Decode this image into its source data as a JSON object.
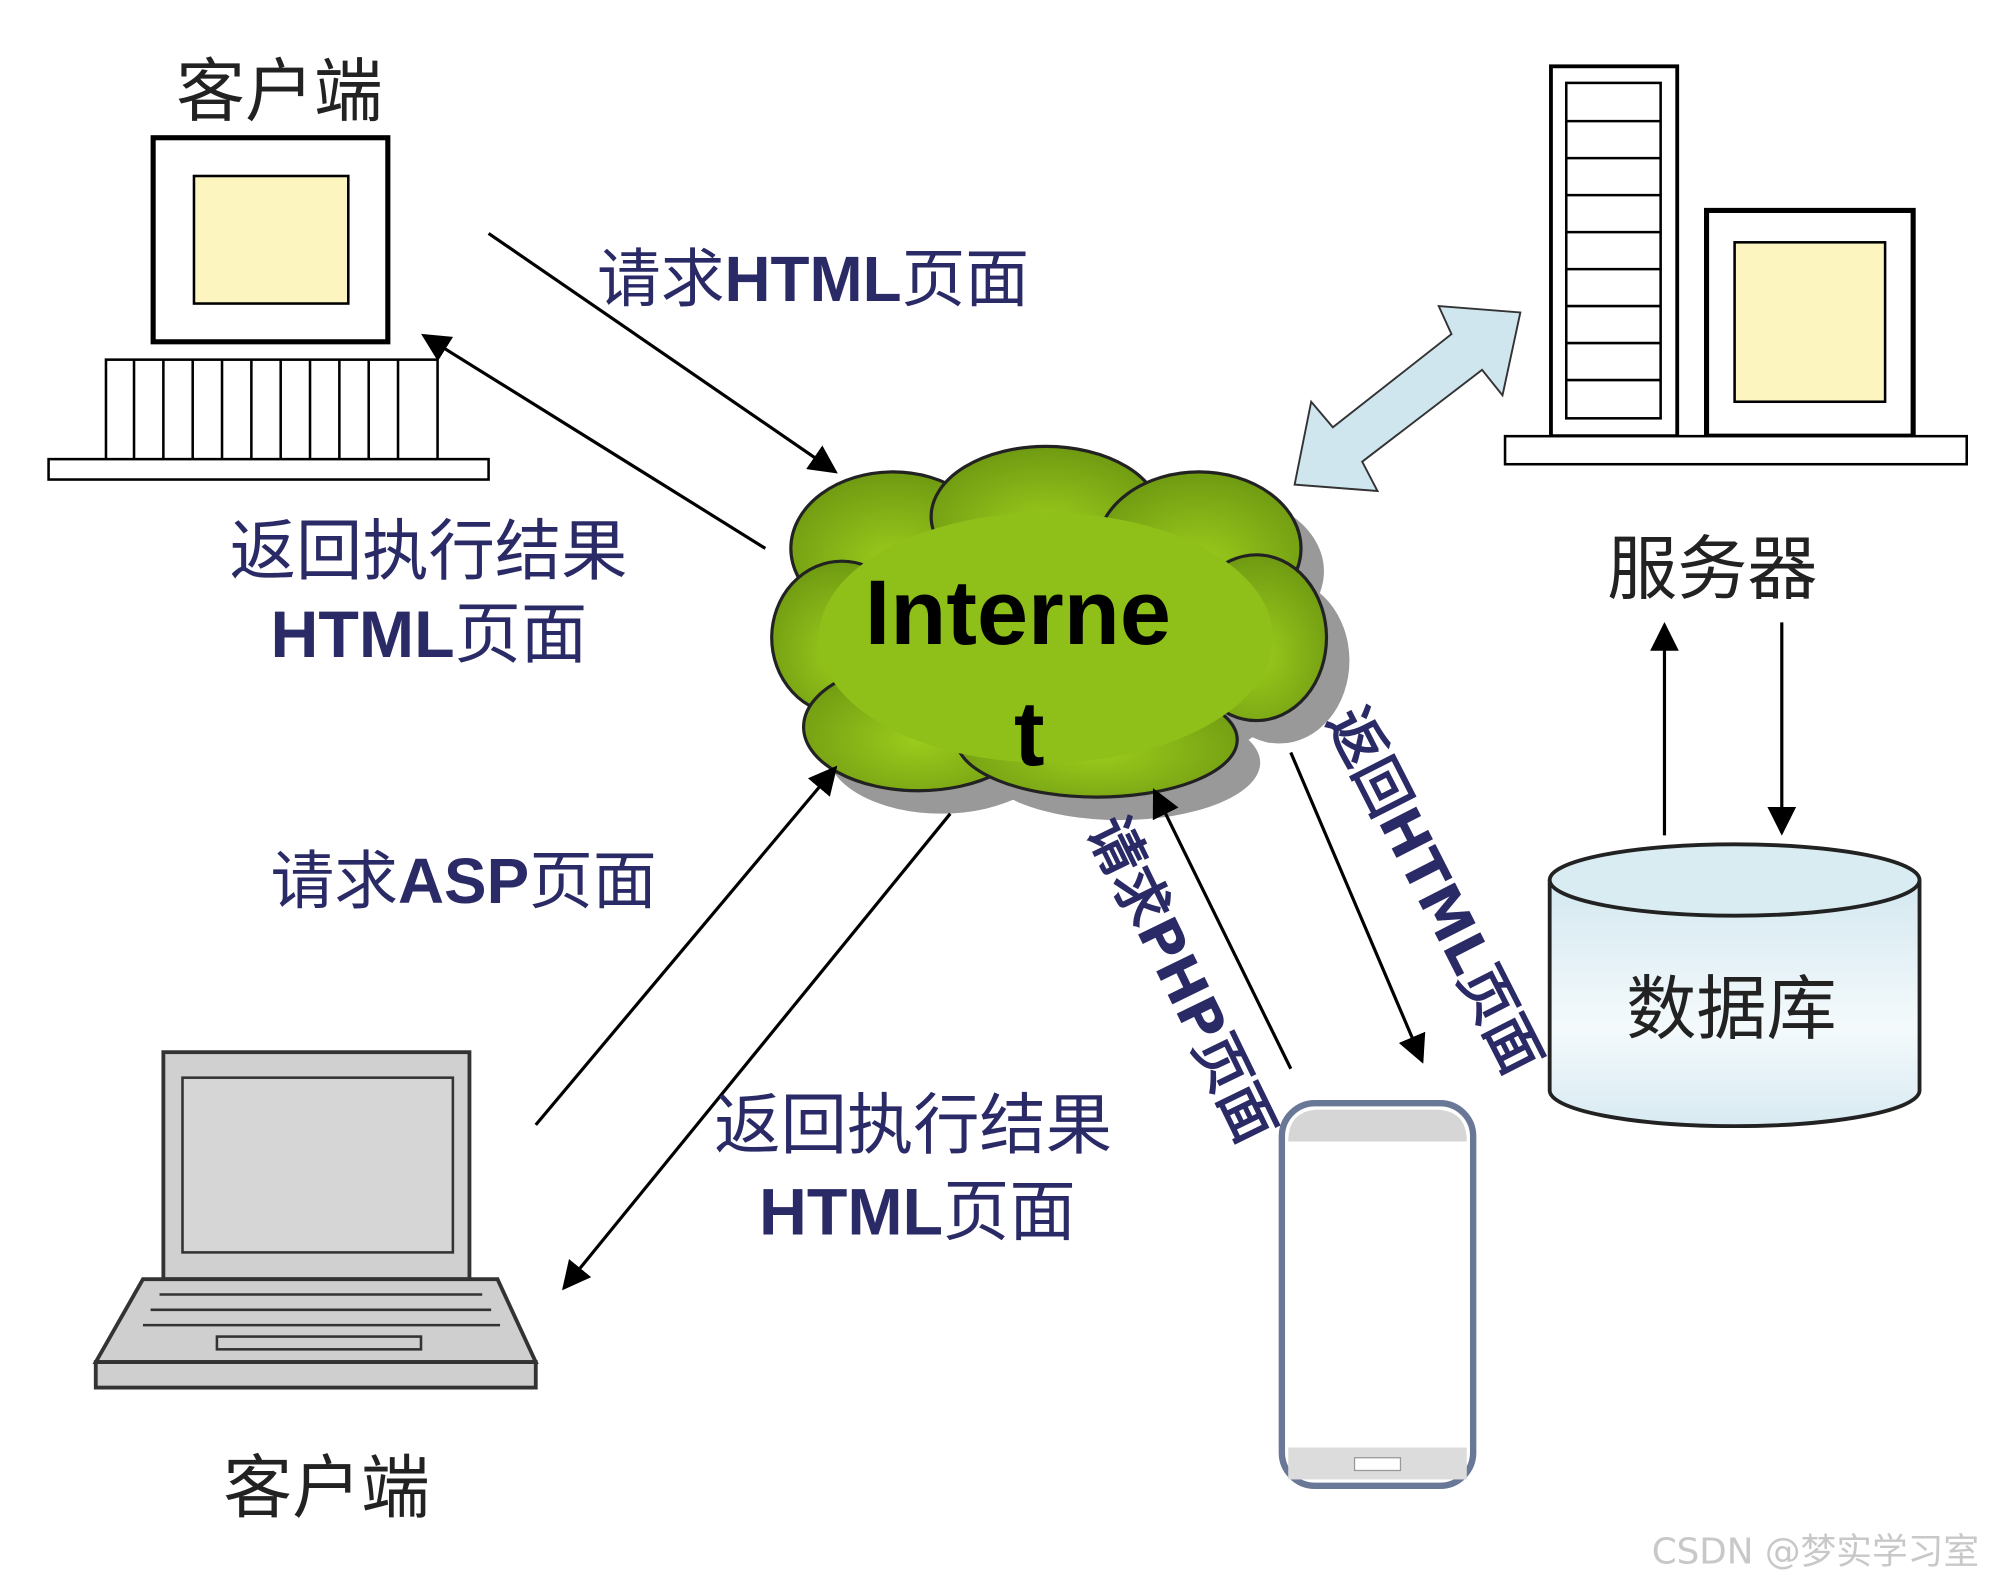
{
  "client_top": {
    "label": "客户端"
  },
  "client_bottom": {
    "label": "客户端"
  },
  "server": {
    "label": "服务器"
  },
  "database": {
    "label": "数据库"
  },
  "internet": {
    "line1": "Interne",
    "line2": "t"
  },
  "arrows": {
    "request_html": {
      "prefix": "请求",
      "bold": "HTML",
      "suffix": "页面"
    },
    "return_top": {
      "line1": "返回执行结果",
      "line2_bold": "HTML",
      "line2_suffix": "页面"
    },
    "request_asp": {
      "prefix": "请求",
      "bold": "ASP",
      "suffix": "页面"
    },
    "return_bottom": {
      "line1": "返回执行结果",
      "line2_bold": "HTML",
      "line2_suffix": "页面"
    },
    "request_php": {
      "label": "请求PHP页面"
    },
    "return_html_mobile": {
      "label": "返回HTML页面"
    }
  },
  "watermark": "CSDN @梦实学习室",
  "colors": {
    "cloud": "#8fc01a",
    "screen": "#fdf5c0",
    "double_arrow": "#cfe6ee",
    "text": "#2a2a66"
  }
}
